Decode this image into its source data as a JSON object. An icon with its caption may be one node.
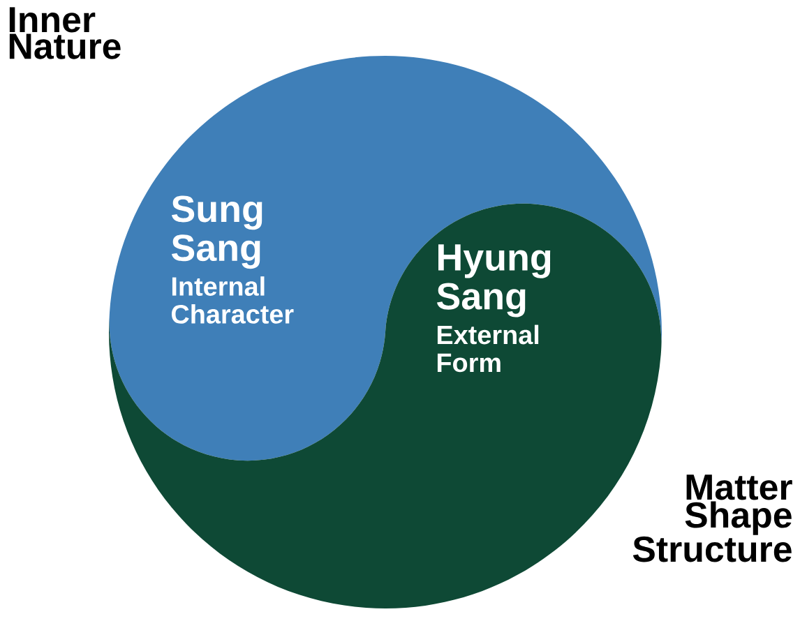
{
  "diagram": {
    "nodes": [
      {
        "text": [
          "Sung Sang",
          "Internal Character"
        ]
      },
      {
        "text": [
          "Hyung Sang",
          "External Form"
        ]
      }
    ],
    "labels": [
      "Inner Nature",
      "Matter Shape Structure"
    ]
  }
}
